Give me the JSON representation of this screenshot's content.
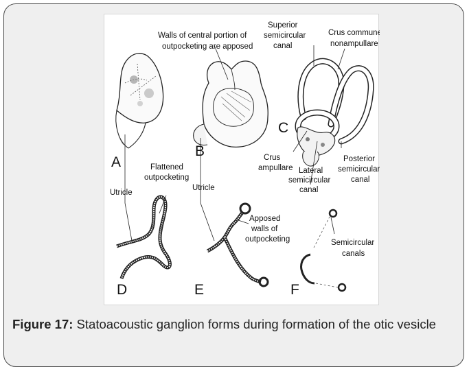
{
  "figure": {
    "panel_letters": {
      "A": "A",
      "B": "B",
      "C": "C",
      "D": "D",
      "E": "E",
      "F": "F"
    },
    "labels": {
      "walls_line1": "Walls of central portion of",
      "walls_line2": "outpocketing are apposed",
      "superior_line1": "Superior",
      "superior_line2": "semicircular",
      "superior_line3": "canal",
      "crus_commune_line1": "Crus commune",
      "crus_commune_line2": "nonampullare",
      "flattened_line1": "Flattened",
      "flattened_line2": "outpocketing",
      "utricle_left": "Utricle",
      "utricle_mid": "Utricle",
      "crus_amp_line1": "Crus",
      "crus_amp_line2": "ampullare",
      "lateral_line1": "Lateral",
      "lateral_line2": "semicircular",
      "lateral_line3": "canal",
      "posterior_line1": "Posterior",
      "posterior_line2": "semicircular",
      "posterior_line3": "canal",
      "apposed_line1": "Apposed",
      "apposed_line2": "walls of",
      "apposed_line3": "outpocketing",
      "semicircular_canals_line1": "Semicircular",
      "semicircular_canals_line2": "canals"
    }
  },
  "caption": {
    "label": "Figure 17:",
    "text": " Statoacoustic ganglion forms during formation of the otic vesicle"
  }
}
